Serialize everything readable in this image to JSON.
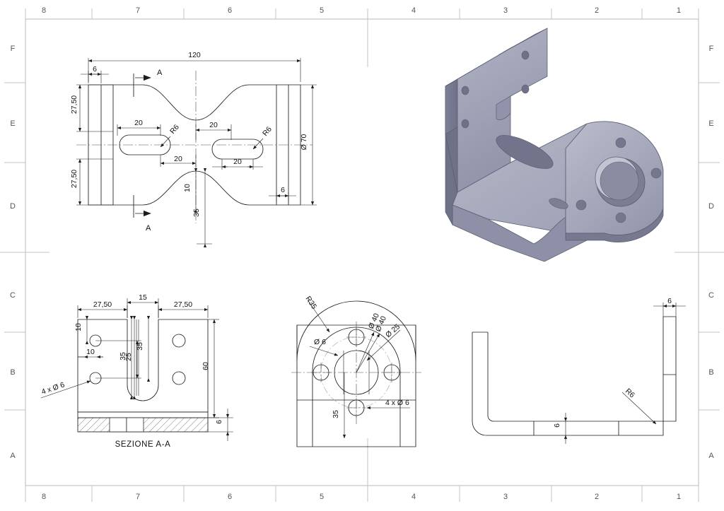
{
  "sheet": {
    "background": "#ffffff",
    "frame_color": "#b9b9b9",
    "line_color": "#1d1d1d",
    "zone_columns": [
      "8",
      "7",
      "6",
      "5",
      "4",
      "3",
      "2",
      "1"
    ],
    "zone_rows": [
      "F",
      "E",
      "D",
      "C",
      "B",
      "A"
    ]
  },
  "model": {
    "name": "bracket-isometric-3d-view",
    "face_color": "#a8aabb",
    "side_color": "#8d90a6",
    "dark_color": "#6f7287",
    "edge_color": "#5c5f73"
  },
  "views": {
    "top": {
      "name": "top-view",
      "dimensions": {
        "overall_length": "120",
        "flange_thickness_left": "6",
        "flange_thickness_right": "6",
        "half_width_upper": "27,50",
        "half_width_lower": "27,50",
        "slot_length_left": "20",
        "slot_length_right": "20",
        "slot_offset_upper": "20",
        "slot_offset_lower": "20",
        "slot_radius_left": "R6",
        "slot_radius_right": "R6",
        "diameter_outer": "Ø 70",
        "notch_depth": "10",
        "notch_position": "35"
      },
      "section_marks": {
        "top_label": "A",
        "bottom_label": "A"
      }
    },
    "section": {
      "name": "section-view-a-a",
      "title": "SEZIONE A-A",
      "dimensions": {
        "left_edge_to_slot": "27,50",
        "slot_width": "15",
        "right_edge_to_hole": "27,50",
        "hole_edge_top": "10",
        "hole_edge_left": "10",
        "hole_spacing": "25",
        "hole_height": "35",
        "slot_depth": "35",
        "overall_height": "60",
        "plate_thickness": "6",
        "hole_callout": "4 x Ø 6"
      }
    },
    "front": {
      "name": "front-flange-view",
      "dimensions": {
        "outer_radius": "R35",
        "bolt_hole_dia": "Ø 6",
        "bolt_circle_1": "Ø 40",
        "bolt_circle_2": "Ø 40",
        "bore_dia": "Ø 25",
        "hole_callout": "4 x Ø 6",
        "center_height": "35"
      }
    },
    "right": {
      "name": "right-profile-view",
      "dimensions": {
        "wall_thickness_top": "6",
        "base_thickness": "6",
        "bend_radius": "R6"
      }
    }
  }
}
